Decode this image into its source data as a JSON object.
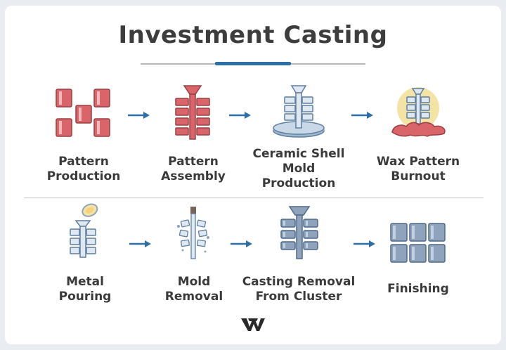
{
  "title": "Investment Casting",
  "colors": {
    "accent": "#2f6fa8",
    "wax": "#d9646a",
    "ceramic": "#dfe8f1",
    "ceramic_stroke": "#5f7ea0",
    "metal": "#8fa3bd",
    "gold": "#f3e4a6"
  },
  "steps_row1": [
    {
      "label": "Pattern\nProduction",
      "icon": "wax-patterns-icon"
    },
    {
      "label": "Pattern\nAssembly",
      "icon": "wax-tree-icon"
    },
    {
      "label": "Ceramic Shell\nMold\nProduction",
      "icon": "ceramic-shell-icon"
    },
    {
      "label": "Wax Pattern\nBurnout",
      "icon": "burnout-icon"
    }
  ],
  "steps_row2": [
    {
      "label": "Metal\nPouring",
      "icon": "metal-pouring-icon"
    },
    {
      "label": "Mold\nRemoval",
      "icon": "mold-removal-icon"
    },
    {
      "label": "Casting Removal\nFrom Cluster",
      "icon": "casting-cluster-icon"
    },
    {
      "label": "Finishing",
      "icon": "finished-parts-icon"
    }
  ]
}
